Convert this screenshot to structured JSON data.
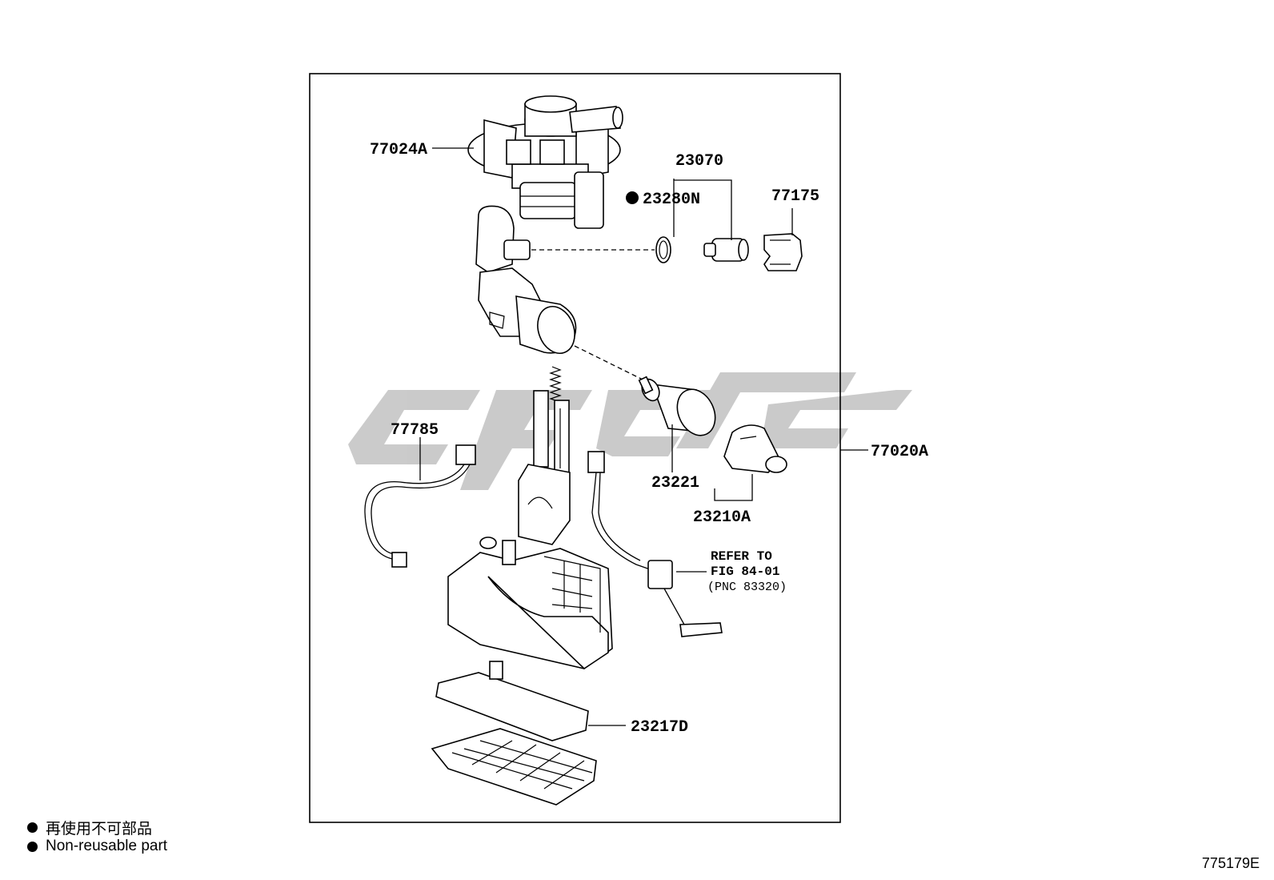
{
  "labels": {
    "p77024A": "77024A",
    "p23070": "23070",
    "p23280N": "23280N",
    "p77175": "77175",
    "p77785": "77785",
    "p77020A": "77020A",
    "p23221": "23221",
    "p23210A": "23210A",
    "p23217D": "23217D",
    "refer1": "REFER TO",
    "refer2": "FIG 84-01",
    "refer3": "(PNC 83320)"
  },
  "legend": {
    "line1": "再使用不可部品",
    "line2": "Non-reusable part"
  },
  "figure_code": "775179E",
  "colors": {
    "watermark": "#c8c8c8",
    "ink": "#000000"
  }
}
